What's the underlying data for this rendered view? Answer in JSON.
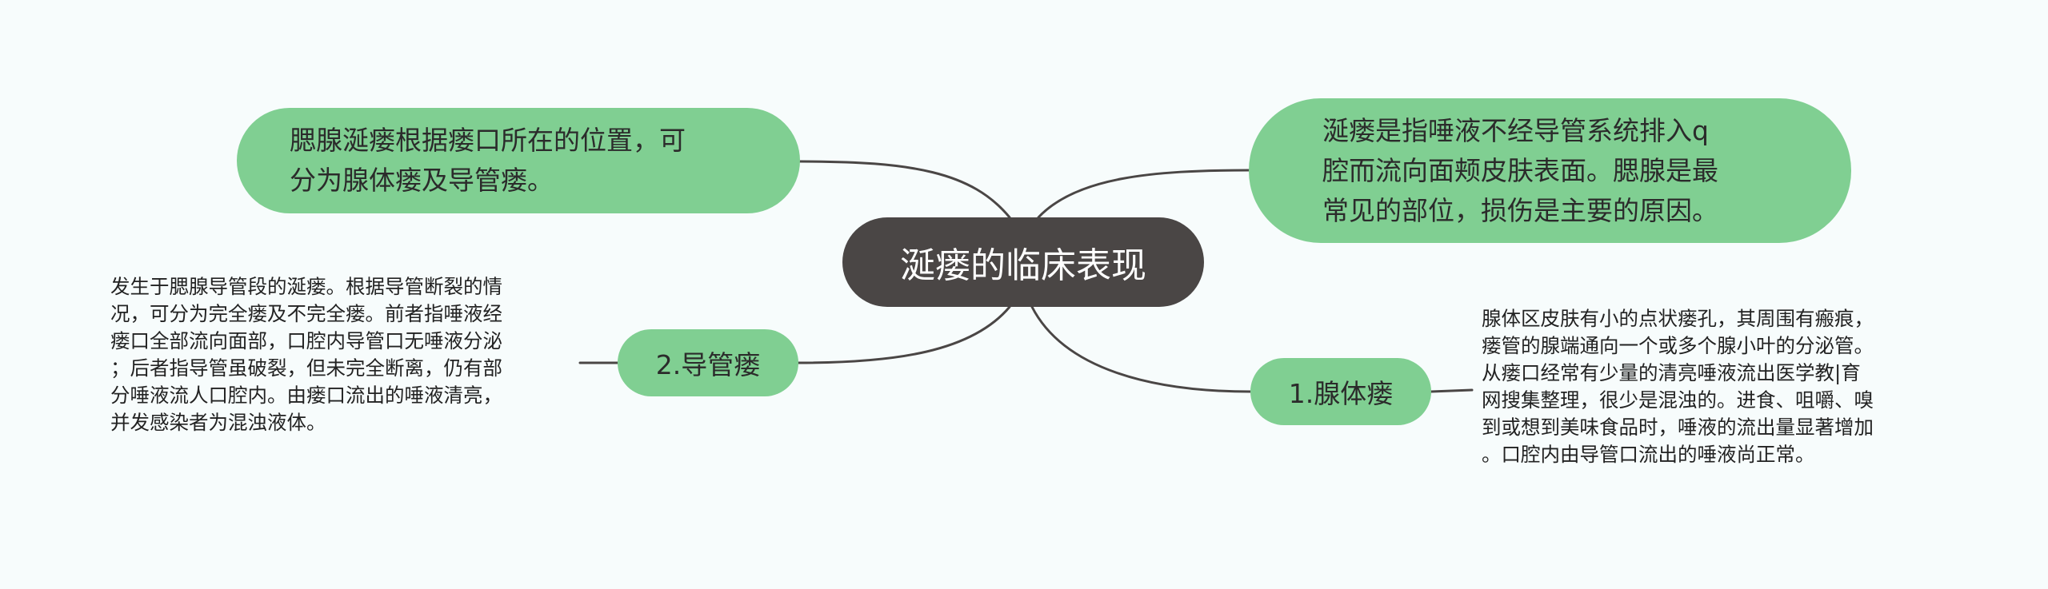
{
  "center": {
    "title": "涎瘘的临床表现"
  },
  "nodes": {
    "top_left": "腮腺涎瘘根据瘘口所在的位置，可\n分为腺体瘘及导管瘘。",
    "top_right": "涎瘘是指唾液不经导管系统排入q\n腔而流向面颊皮肤表面。腮腺是最\n常见的部位，损伤是主要的原因。",
    "branch_2": "2.导管瘘",
    "branch_1": "1.腺体瘘"
  },
  "leaves": {
    "left": "发生于腮腺导管段的涎瘘。根据导管断裂的情\n况，可分为完全瘘及不完全瘘。前者指唾液经\n瘘口全部流向面部，口腔内导管口无唾液分泌\n；后者指导管虽破裂，但未完全断离，仍有部\n分唾液流人口腔内。由瘘口流出的唾液清亮，\n并发感染者为混浊液体。",
    "right": "腺体区皮肤有小的点状瘘孔，其周围有瘢痕，\n瘘管的腺端通向一个或多个腺小叶的分泌管。\n从瘘口经常有少量的清亮唾液流出医学教|育\n网搜集整理，很少是混浊的。进食、咀嚼、嗅\n到或想到美味食品时，唾液的流出量显著增加\n。口腔内由导管口流出的唾液尚正常。"
  },
  "colors": {
    "background": "#f7fcfc",
    "center_fill": "#4a4645",
    "node_fill": "#80cf92",
    "link_stroke": "#4a4645"
  }
}
